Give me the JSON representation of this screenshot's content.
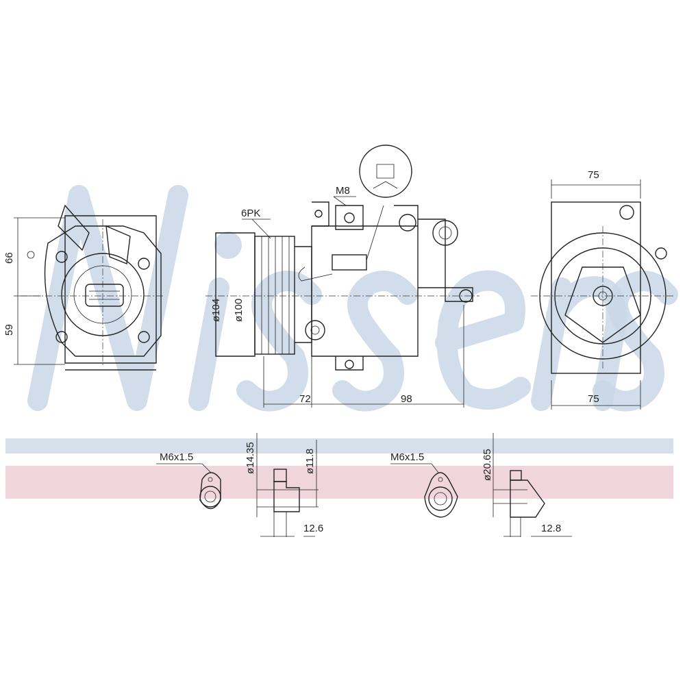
{
  "watermark": "Nissens",
  "colors": {
    "watermark": "#c9d7e6",
    "band_blue": "#d5e0ea",
    "band_pink": "#f0d6dc",
    "line": "#222222"
  },
  "dimensions": {
    "front_upper": "66",
    "front_lower": "59",
    "belt": "6PK",
    "bolt": "M8",
    "pulley_outer": "ø104",
    "pulley_inner": "ø100",
    "length_a": "72",
    "length_b": "98",
    "rear_top": "75",
    "rear_bottom": "75"
  },
  "fittings": [
    {
      "thread": "M6x1.5",
      "diameter_outer": "ø14.35",
      "diameter_inner": "ø11.8",
      "length": "12.6"
    },
    {
      "thread": "M6x1.5",
      "diameter_outer": "ø20.65",
      "length": "12.8"
    }
  ]
}
